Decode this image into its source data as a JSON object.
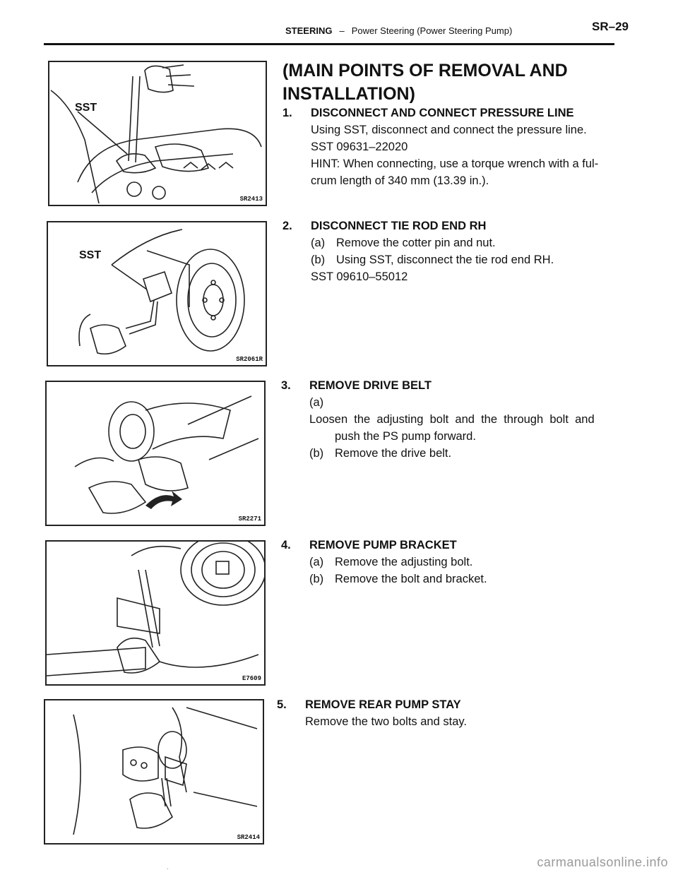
{
  "header": {
    "section": "STEERING",
    "separator": "–",
    "subsection": "Power Steering (Power Steering Pump)",
    "page_number": "SR–29"
  },
  "title": {
    "line1": "(MAIN POINTS OF REMOVAL AND",
    "line2": "INSTALLATION)"
  },
  "figures": [
    {
      "code": "SR2413",
      "label": "SST"
    },
    {
      "code": "SR2061R",
      "label": "SST"
    },
    {
      "code": "SR2271"
    },
    {
      "code": "E7609"
    },
    {
      "code": "SR2414"
    }
  ],
  "steps": [
    {
      "number": "1.",
      "heading": "DISCONNECT AND CONNECT PRESSURE LINE",
      "lines": [
        "Using SST, disconnect and connect the pressure line.",
        "SST  09631–22020"
      ],
      "hint_line1": "HINT: When connecting, use a torque wrench with a ful-",
      "hint_line2": "crum length of 340 mm (13.39 in.)."
    },
    {
      "number": "2.",
      "heading": "DISCONNECT TIE ROD END RH",
      "subs": [
        {
          "label": "(a)",
          "text": "Remove the cotter pin and nut."
        },
        {
          "label": "(b)",
          "text": "Using SST, disconnect the tie rod end RH."
        }
      ],
      "sst": "SST  09610–55012"
    },
    {
      "number": "3.",
      "heading": "REMOVE DRIVE BELT",
      "subs": [
        {
          "label": "(a)",
          "text1": "Loosen  the  adjusting  bolt  and  the  through  bolt  and",
          "text2": "push the PS pump forward."
        },
        {
          "label": "(b)",
          "text": "Remove the drive belt."
        }
      ]
    },
    {
      "number": "4.",
      "heading": "REMOVE PUMP BRACKET",
      "subs": [
        {
          "label": "(a)",
          "text": "Remove the adjusting bolt."
        },
        {
          "label": "(b)",
          "text": "Remove the bolt and bracket."
        }
      ]
    },
    {
      "number": "5.",
      "heading": "REMOVE REAR PUMP STAY",
      "text": "Remove the two bolts and stay."
    }
  ],
  "watermark": "carmanualsonline.info",
  "speck": "."
}
